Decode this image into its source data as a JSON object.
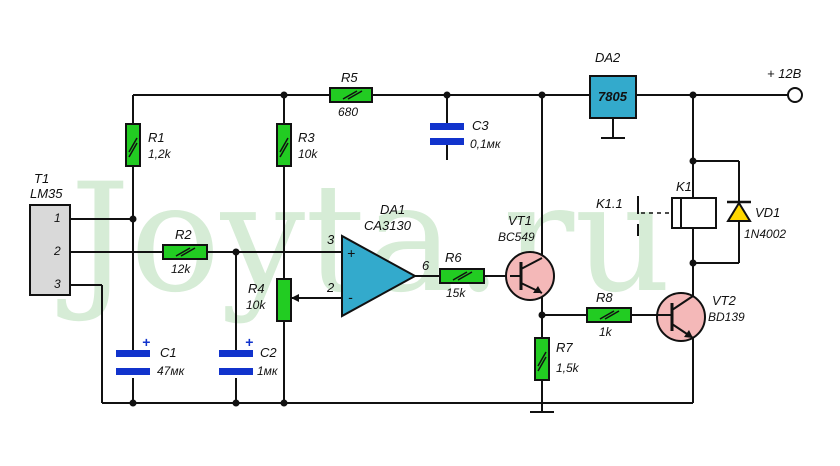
{
  "watermark": "Joyta.ru",
  "power": {
    "label": "+ 12В"
  },
  "sensor": {
    "ref": "T1",
    "part": "LM35",
    "pins": [
      "1",
      "2",
      "3"
    ]
  },
  "resistors": {
    "R1": {
      "ref": "R1",
      "value": "1,2k"
    },
    "R2": {
      "ref": "R2",
      "value": "12k"
    },
    "R3": {
      "ref": "R3",
      "value": "10k"
    },
    "R4": {
      "ref": "R4",
      "value": "10k"
    },
    "R5": {
      "ref": "R5",
      "value": "680"
    },
    "R6": {
      "ref": "R6",
      "value": "15k"
    },
    "R7": {
      "ref": "R7",
      "value": "1,5k"
    },
    "R8": {
      "ref": "R8",
      "value": "1k"
    }
  },
  "capacitors": {
    "C1": {
      "ref": "C1",
      "value": "47мк"
    },
    "C2": {
      "ref": "C2",
      "value": "1мк"
    },
    "C3": {
      "ref": "C3",
      "value": "0,1мк"
    }
  },
  "opamp": {
    "ref": "DA1",
    "part": "CA3130",
    "pin_plus": "3",
    "pin_minus": "2",
    "pin_out": "6",
    "plus_sign": "+",
    "minus_sign": "-"
  },
  "regulator": {
    "ref": "DA2",
    "part": "7805"
  },
  "transistors": {
    "VT1": {
      "ref": "VT1",
      "part": "BC549"
    },
    "VT2": {
      "ref": "VT2",
      "part": "BD139"
    }
  },
  "relay": {
    "ref": "K1",
    "contact": "K1.1"
  },
  "diode": {
    "ref": "VD1",
    "part": "1N4002"
  },
  "polarity": "+",
  "colors": {
    "resistor": "#22cc22",
    "capacitor": "#1133cc",
    "opamp": "#33aacc",
    "regulator": "#33aacc",
    "transistor": "#f4b8b8",
    "diode": "#ffd700",
    "sensor": "#d9d9d9",
    "watermark": "#d6ecd6"
  }
}
